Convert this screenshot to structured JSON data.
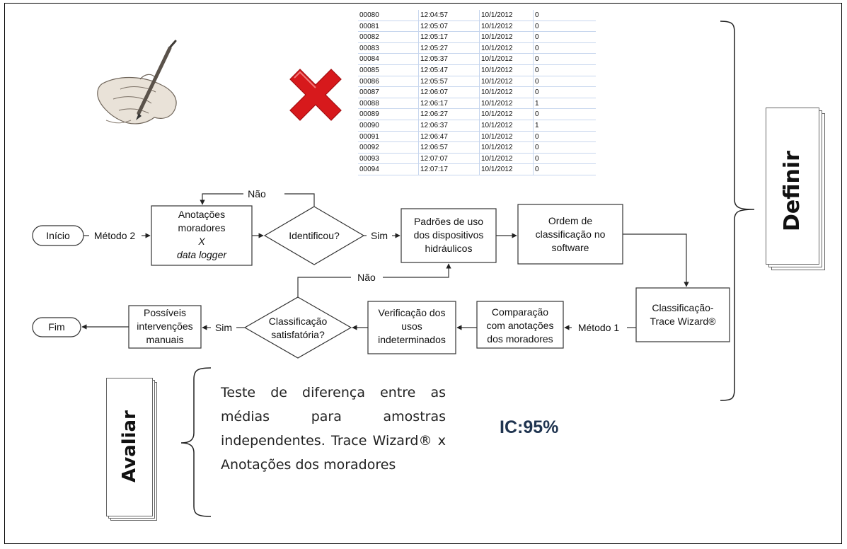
{
  "log_table": {
    "rows": [
      [
        "00080",
        "12:04:57",
        "10/1/2012",
        "0"
      ],
      [
        "00081",
        "12:05:07",
        "10/1/2012",
        "0"
      ],
      [
        "00082",
        "12:05:17",
        "10/1/2012",
        "0"
      ],
      [
        "00083",
        "12:05:27",
        "10/1/2012",
        "0"
      ],
      [
        "00084",
        "12:05:37",
        "10/1/2012",
        "0"
      ],
      [
        "00085",
        "12:05:47",
        "10/1/2012",
        "0"
      ],
      [
        "00086",
        "12:05:57",
        "10/1/2012",
        "0"
      ],
      [
        "00087",
        "12:06:07",
        "10/1/2012",
        "0"
      ],
      [
        "00088",
        "12:06:17",
        "10/1/2012",
        "1"
      ],
      [
        "00089",
        "12:06:27",
        "10/1/2012",
        "0"
      ],
      [
        "00090",
        "12:06:37",
        "10/1/2012",
        "1"
      ],
      [
        "00091",
        "12:06:47",
        "10/1/2012",
        "0"
      ],
      [
        "00092",
        "12:06:57",
        "10/1/2012",
        "0"
      ],
      [
        "00093",
        "12:07:07",
        "10/1/2012",
        "0"
      ],
      [
        "00094",
        "12:07:17",
        "10/1/2012",
        "0"
      ]
    ]
  },
  "flow": {
    "start": "Início",
    "method2": "Método 2",
    "annot_line1": "Anotações",
    "annot_line2": "moradores",
    "annot_line3": "X",
    "annot_line4": "data logger",
    "identified": "Identificou?",
    "no_top": "Não",
    "yes1": "Sim",
    "patterns_line1": "Padrões de uso",
    "patterns_line2": "dos dispositivos",
    "patterns_line3": "hidráulicos",
    "order_line1": "Ordem de",
    "order_line2": "classificação no",
    "order_line3": "software",
    "classif_line1": "Classificação-",
    "classif_line2": "Trace Wizard®",
    "method1": "Método 1",
    "compare_line1": "Comparação",
    "compare_line2": "com anotações",
    "compare_line3": "dos moradores",
    "verify_line1": "Verificação dos",
    "verify_line2": "usos",
    "verify_line3": "indeterminados",
    "satisf_line1": "Classificação",
    "satisf_line2": "satisfatória?",
    "no_mid": "Não",
    "yes2": "Sim",
    "interv_line1": "Possíveis",
    "interv_line2": "intervenções",
    "interv_line3": "manuais",
    "end": "Fim"
  },
  "stages": {
    "define": "Definir",
    "evaluate": "Avaliar"
  },
  "evaluation": {
    "text": "Teste de diferença entre as médias para amostras independentes. Trace Wizard® x Anotações dos moradores",
    "confidence": "IC:95%"
  },
  "icons": [
    "writing-hand-icon",
    "red-x-icon"
  ],
  "colors": {
    "cross_red": "#d7191c",
    "ic_text": "#1f3450"
  }
}
